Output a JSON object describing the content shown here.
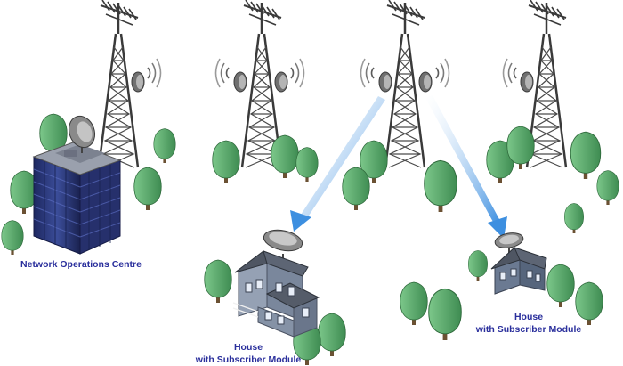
{
  "labels": {
    "noc": "Network Operations Centre",
    "house1_line1": "House",
    "house1_line2": "with Subscriber Module",
    "house2_line1": "House",
    "house2_line2": "with Subscriber Module"
  },
  "icons": [
    "radio-tower-icon",
    "satellite-dish-icon",
    "signal-waves-icon",
    "office-building-icon",
    "house-icon",
    "tree-icon",
    "beam-arrow-icon"
  ],
  "colors": {
    "label": "#2a2f9c",
    "tower": "#3d3d3d",
    "tree": "#5aa86a",
    "beam": "#3d8fe0",
    "building": "#2e3c7a",
    "house_roof": "#5a6270",
    "house_wall": "#8a96a8"
  }
}
